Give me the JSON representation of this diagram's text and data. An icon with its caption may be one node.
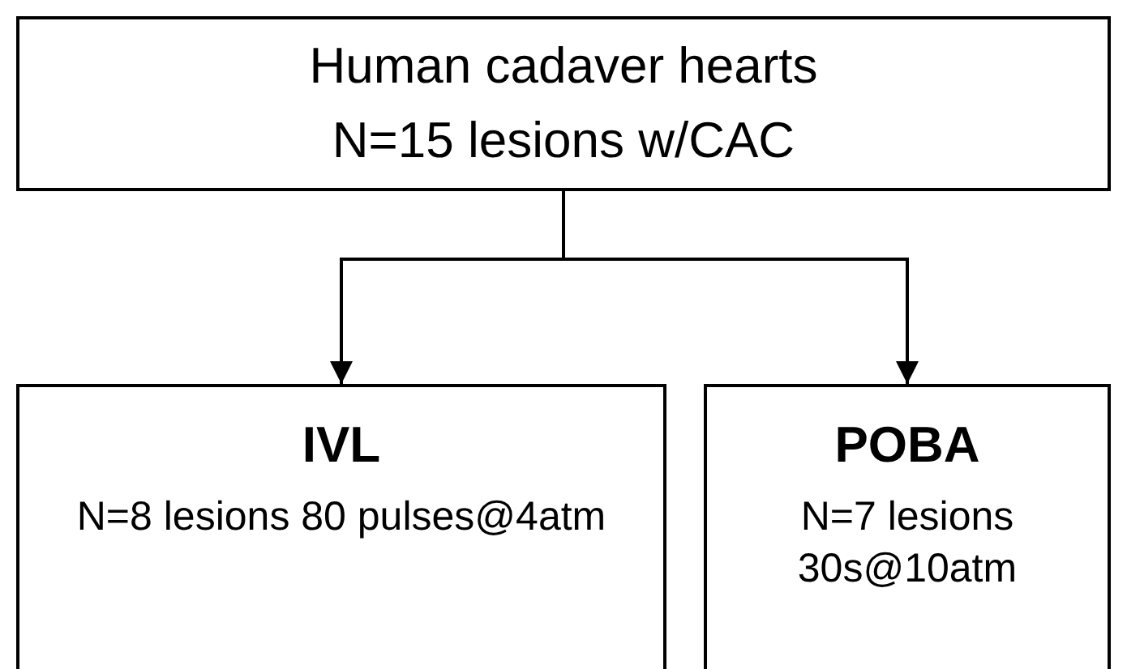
{
  "diagram": {
    "nodes": [
      {
        "text": [
          "Human cadaver hearts",
          "N=15 lesions w/CAC"
        ]
      },
      {
        "text": [
          "IVL",
          "N=8 lesions 80 pulses@4atm"
        ]
      },
      {
        "text": [
          "POBA",
          "N=7 lesions 30s@10atm"
        ]
      }
    ],
    "edges": [
      {
        "from": 0,
        "to": 1,
        "arrow": "to"
      },
      {
        "from": 0,
        "to": 2,
        "arrow": "to"
      }
    ]
  }
}
